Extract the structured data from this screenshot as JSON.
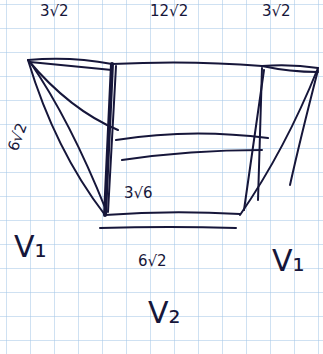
{
  "diagram": {
    "labels": [
      "3√2",
      "12√2",
      "3√2",
      "6√2",
      "3√6",
      "6√2",
      "V₁",
      "V₁",
      "V₂"
    ]
  }
}
